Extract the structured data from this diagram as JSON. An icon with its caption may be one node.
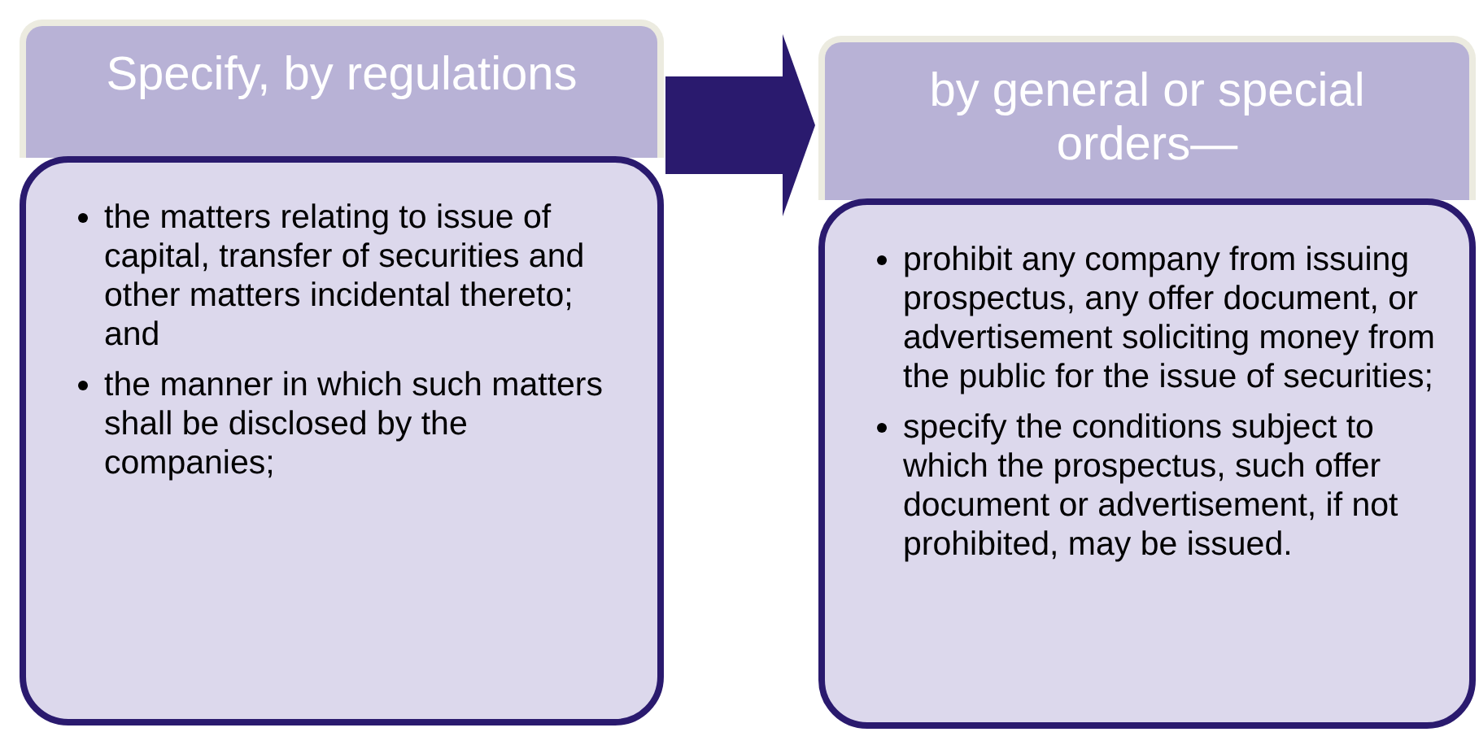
{
  "diagram": {
    "nodes": [
      {
        "text": [
          "Specify, by regulations"
        ]
      },
      {
        "text": [
          "the matters relating to issue of capital, transfer of securities and other matters incidental thereto; and",
          "the manner in which such matters shall be disclosed by the companies;"
        ]
      },
      {
        "text": [
          "by general or special orders—"
        ]
      },
      {
        "text": [
          "prohibit any company from issuing prospectus, any offer document, or advertisement soliciting money from the public for the issue of securities;",
          "specify the conditions subject to which the prospectus, such offer document or advertisement, if not prohibited, may be issued."
        ]
      }
    ],
    "edges": [
      {
        "from": 0,
        "to": 2,
        "arrow": "to"
      }
    ]
  }
}
